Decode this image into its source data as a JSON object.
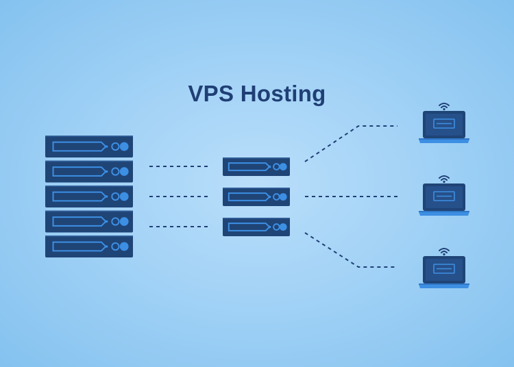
{
  "title": "VPS Hosting",
  "colors": {
    "background_center": "#b9defa",
    "background_edge": "#84c2ef",
    "title": "#1f3f75",
    "server_body": "#1f4476",
    "server_accent": "#3d8fe3",
    "connector": "#1f3f75",
    "laptop_base": "#3d8fe3",
    "laptop_screen": "#1f4476"
  },
  "diagram": {
    "physical_server_units": 5,
    "virtual_servers": 3,
    "client_devices": 3,
    "icons": [
      "server-rack-icon",
      "virtual-server-icon",
      "laptop-icon",
      "wifi-icon"
    ]
  }
}
